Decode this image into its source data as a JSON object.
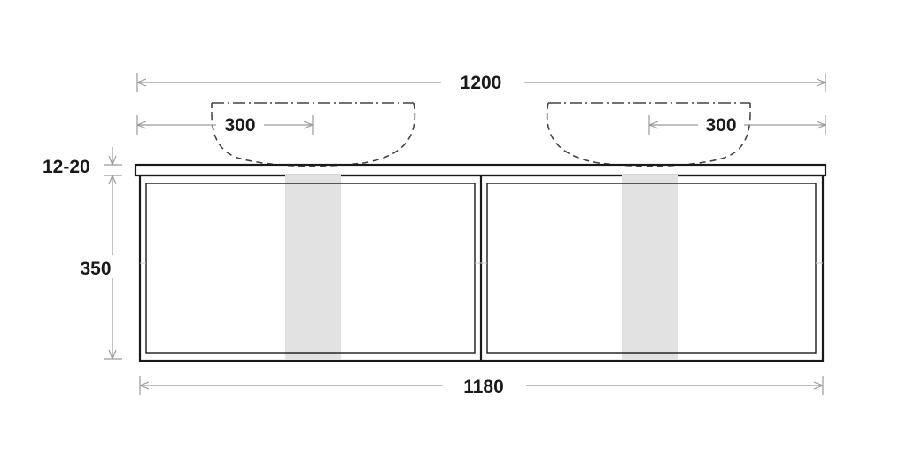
{
  "dimensions": {
    "overall_top_width": "1200",
    "basin_left_width": "300",
    "basin_right_width": "300",
    "countertop_thickness": "12-20",
    "cabinet_height": "350",
    "cabinet_width": "1180"
  },
  "colors": {
    "outline": "#1a1a1a",
    "dimension_line": "#9a9a9a",
    "handle_fill": "#e2e2e2",
    "background": "#ffffff"
  }
}
